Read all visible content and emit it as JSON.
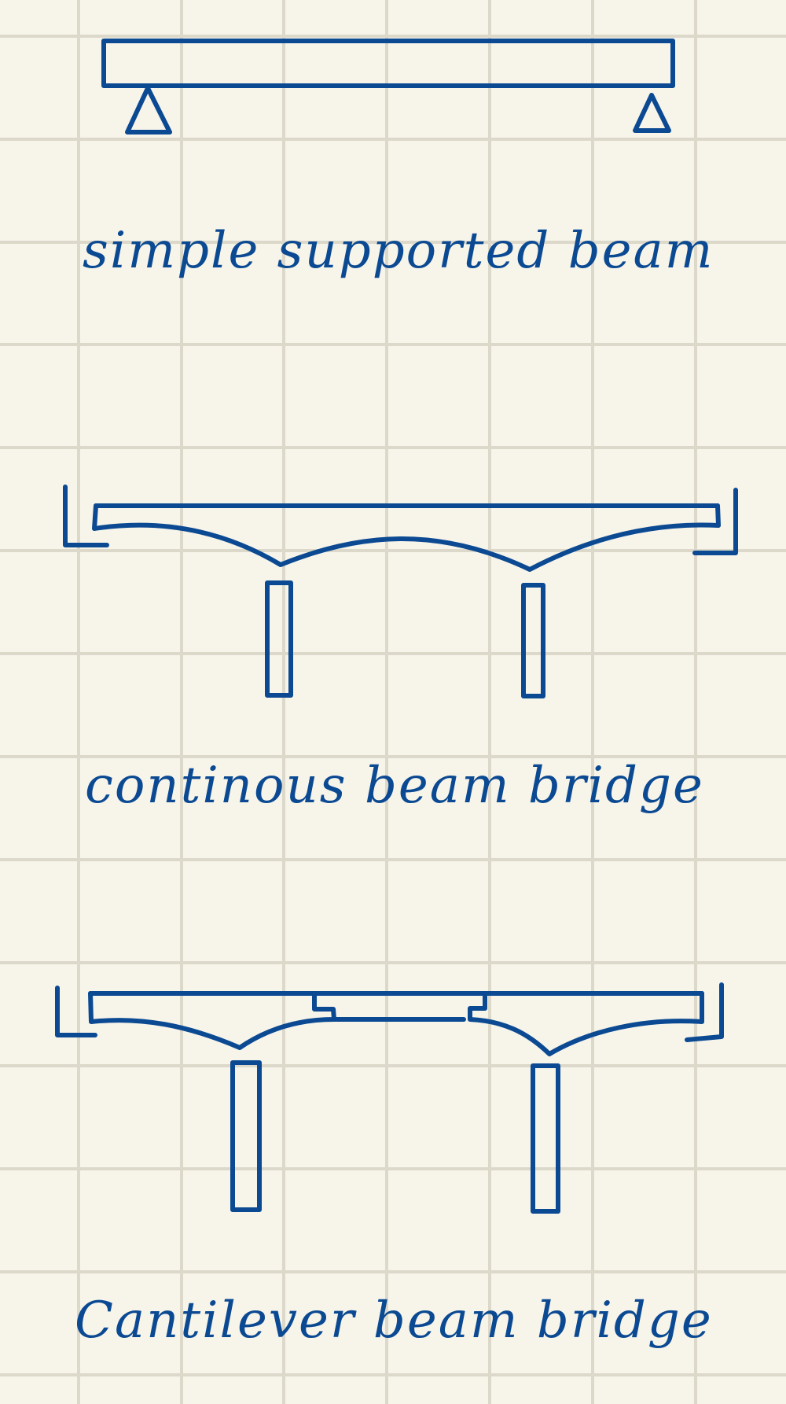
{
  "diagrams": [
    {
      "id": "simple",
      "label": "simple supported beam"
    },
    {
      "id": "continuous",
      "label": "continous beam bridge"
    },
    {
      "id": "cantilever",
      "label": "Cantilever beam bridge"
    }
  ],
  "colors": {
    "paper": "#f7f4ea",
    "grid": "#dcd8ca",
    "ink": "#0b4a92"
  }
}
